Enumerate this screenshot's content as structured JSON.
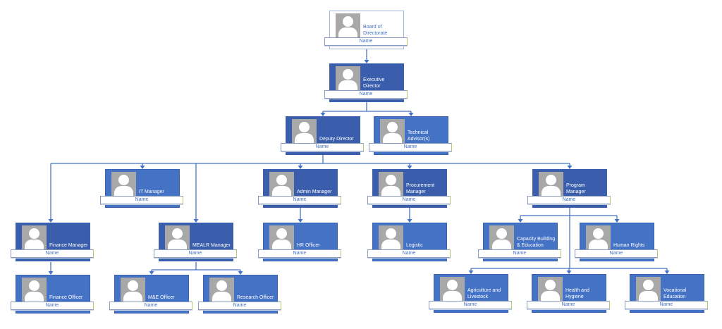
{
  "title": "Organization Chart",
  "name_placeholder": "Name",
  "colors": {
    "primary": "#4472c4",
    "dark": "#3a5eab",
    "connector": "#4472c4"
  },
  "nodes": [
    {
      "id": "board",
      "role": "Board of Directorate",
      "name": "Name"
    },
    {
      "id": "exec",
      "role": "Executive Director",
      "name": "Name"
    },
    {
      "id": "deputy",
      "role": "Deputy Director",
      "name": "Name"
    },
    {
      "id": "technical",
      "role": "Technical Advisor(s)",
      "name": "Name"
    },
    {
      "id": "it",
      "role": "IT Manager",
      "name": "Name"
    },
    {
      "id": "admin",
      "role": "Admin Manager",
      "name": "Name"
    },
    {
      "id": "procurement",
      "role": "Procurement Manager",
      "name": "Name"
    },
    {
      "id": "program",
      "role": "Program Manager",
      "name": "Name"
    },
    {
      "id": "finance-mgr",
      "role": "Finance Manager",
      "name": "Name"
    },
    {
      "id": "mealr",
      "role": "MEALR Manager",
      "name": "Name"
    },
    {
      "id": "hr",
      "role": "HR Officer",
      "name": "Name"
    },
    {
      "id": "logistic",
      "role": "Logistic",
      "name": "Name"
    },
    {
      "id": "capacity",
      "role": "Capacity Building & Education",
      "name": "Name"
    },
    {
      "id": "human-rights",
      "role": "Human Rights",
      "name": "Name"
    },
    {
      "id": "finance-officer",
      "role": "Finance Officer",
      "name": "Name"
    },
    {
      "id": "me-officer",
      "role": "M&E Officer",
      "name": "Name"
    },
    {
      "id": "research",
      "role": "Research Officer",
      "name": "Name"
    },
    {
      "id": "agriculture",
      "role": "Agriculture and Livestock",
      "name": "Name"
    },
    {
      "id": "health",
      "role": "Health and Hygiene",
      "name": "Name"
    },
    {
      "id": "vocational",
      "role": "Vocational Education",
      "name": "Name"
    }
  ]
}
